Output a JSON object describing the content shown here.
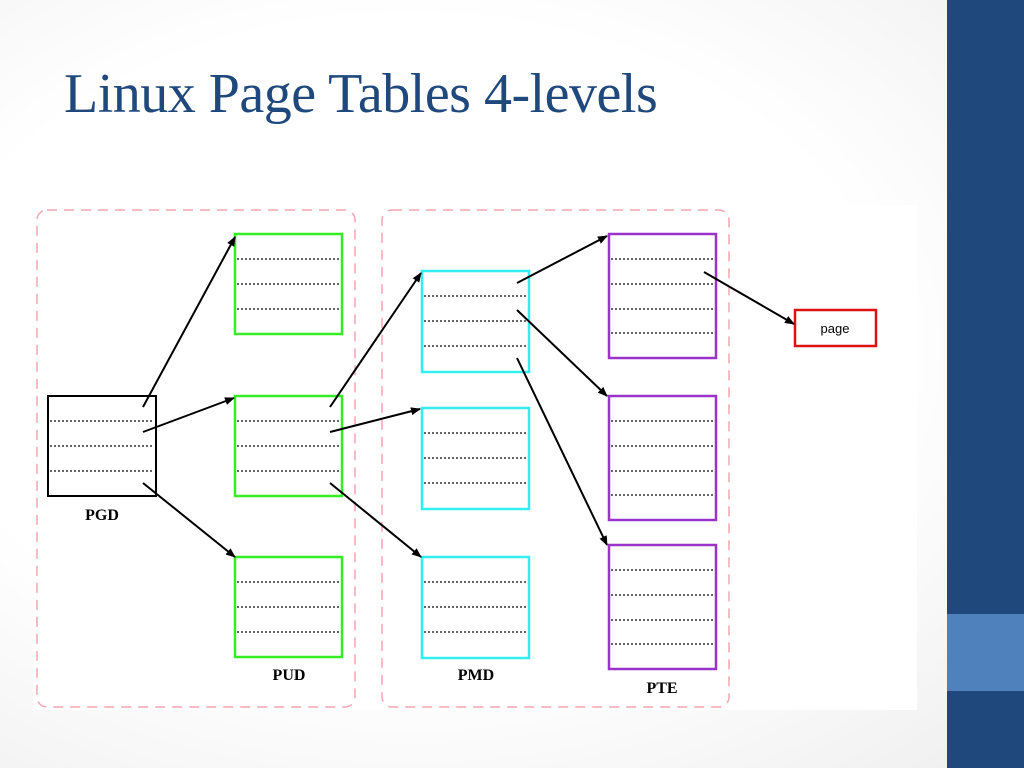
{
  "slide": {
    "title": "Linux Page Tables 4-levels",
    "accent_color": "#1f497d",
    "side_band_dark": "#1f497d",
    "side_band_light": "#4f81bd"
  },
  "diagram": {
    "labels": {
      "pgd": "PGD",
      "pud": "PUD",
      "pmd": "PMD",
      "pte": "PTE",
      "page": "page"
    },
    "colors": {
      "pgd": "#000000",
      "pud": "#33ee22",
      "pmd": "#33eeee",
      "pte": "#9933cc",
      "page": "#dd1111",
      "group_border": "#f4a6b0"
    }
  }
}
